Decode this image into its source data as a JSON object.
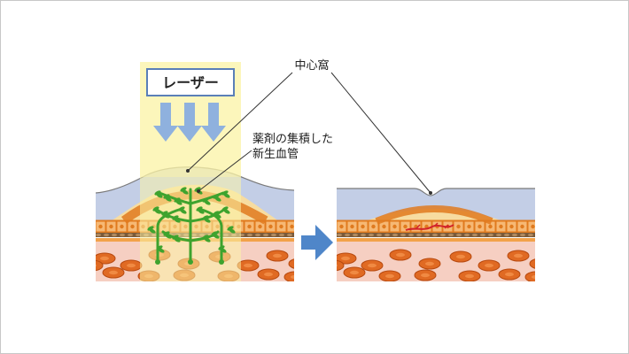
{
  "labels": {
    "laser": "レーザー",
    "fovea": "中心窩",
    "drug_line1": "薬剤の集積した",
    "drug_line2": "新生血管"
  },
  "colors": {
    "laser_beam": "#fcf4a8",
    "laser_arrow": "#8fb1de",
    "vitreous": "#c3cee6",
    "retina_layer": "#f7dca0",
    "cell_fill": "#f6b874",
    "cell_border": "#e07a1e",
    "brown_band": "#7a5a3a",
    "orange_band": "#f2a24a",
    "choroid": "#f6cfc2",
    "rbc": "#e06a23",
    "vessel_green": "#3ea32e",
    "bleed_red": "#d2232a",
    "big_arrow": "#4f86c9"
  },
  "icons": {
    "laser_arrows": "arrow-down-icon",
    "transition_arrow": "arrow-right-icon"
  }
}
